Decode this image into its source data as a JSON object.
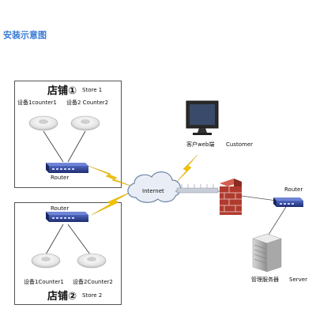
{
  "heading": "安装示意图",
  "stores": [
    {
      "title": "店铺①",
      "en": "Store 1",
      "devices": [
        {
          "label": "设备1counter1"
        },
        {
          "label": "设备2 Counter2"
        }
      ],
      "router_label": "Router"
    },
    {
      "title": "店铺②",
      "en": "Store 2",
      "devices": [
        {
          "label": "设备1Counter1"
        },
        {
          "label": "设备2Counter2"
        }
      ],
      "router_label": "Router"
    }
  ],
  "internet_label": "Internet",
  "customer": {
    "cn": "客户web端",
    "en": "Customer"
  },
  "server_router_label": "Router",
  "server": {
    "cn": "管理服务器",
    "en": "Server"
  },
  "colors": {
    "heading": "#3a7bd5",
    "router": "#2a3a8a",
    "lightning": "#f2c200",
    "firewall": "#b03a2e",
    "cloud_stroke": "#6f86a8"
  }
}
